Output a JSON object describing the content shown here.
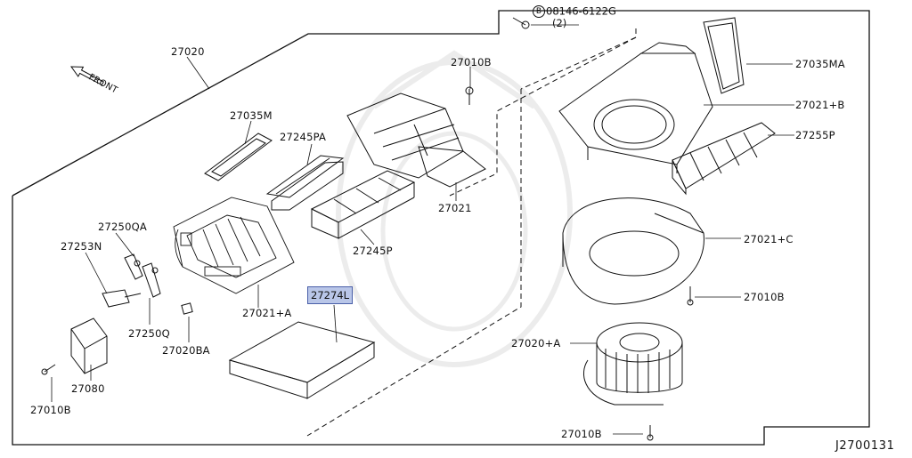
{
  "diagram": {
    "front_label": "FRONT",
    "drawing_code": "J2700131",
    "highlighted_part": "27274L",
    "bolt_callout": {
      "circle_letter": "B",
      "part_number": "08146-6122G",
      "quantity": "(2)"
    },
    "part_labels": {
      "p27020": "27020",
      "p27010B_top": "27010B",
      "p27035MA": "27035MA",
      "p27021B": "27021+B",
      "p27255P": "27255P",
      "p27035M": "27035M",
      "p27245PA": "27245PA",
      "p27021": "27021",
      "p27245P": "27245P",
      "p27250QA": "27250QA",
      "p27253N": "27253N",
      "p27250Q": "27250Q",
      "p27021A": "27021+A",
      "p27020BA": "27020BA",
      "p27080": "27080",
      "p27010B_left": "27010B",
      "p27021C": "27021+C",
      "p27010B_right": "27010B",
      "p27020A": "27020+A",
      "p27010B_bottom": "27010B"
    }
  }
}
